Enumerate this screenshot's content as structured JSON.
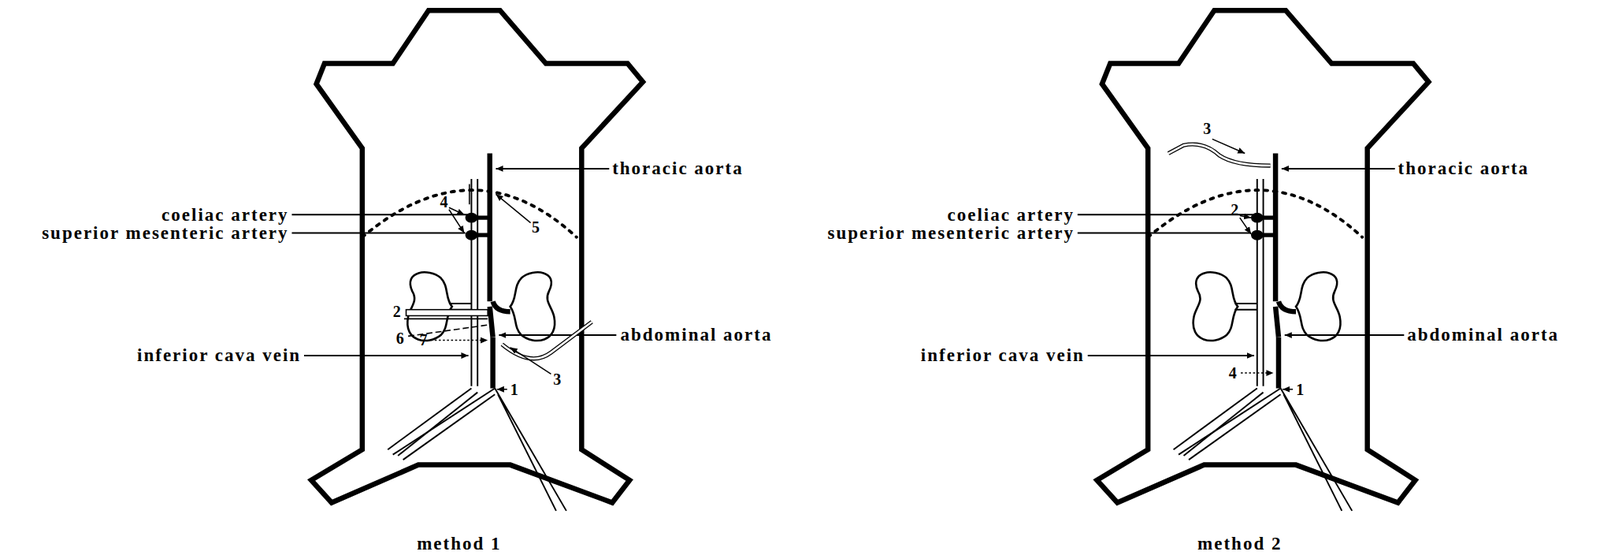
{
  "diagram": {
    "labels": [
      "coeliac artery",
      "superior mesenteric artery",
      "thoracic aorta",
      "4",
      "5",
      "2",
      "6",
      "7",
      "abdominal aorta",
      "inferior cava vein",
      "3",
      "1",
      "method 1",
      "thoracic aorta",
      "3",
      "coeliac artery",
      "superior mesenteric artery",
      "2",
      "abdominal aorta",
      "4",
      "inferior cava vein",
      "1",
      "method 2"
    ]
  }
}
